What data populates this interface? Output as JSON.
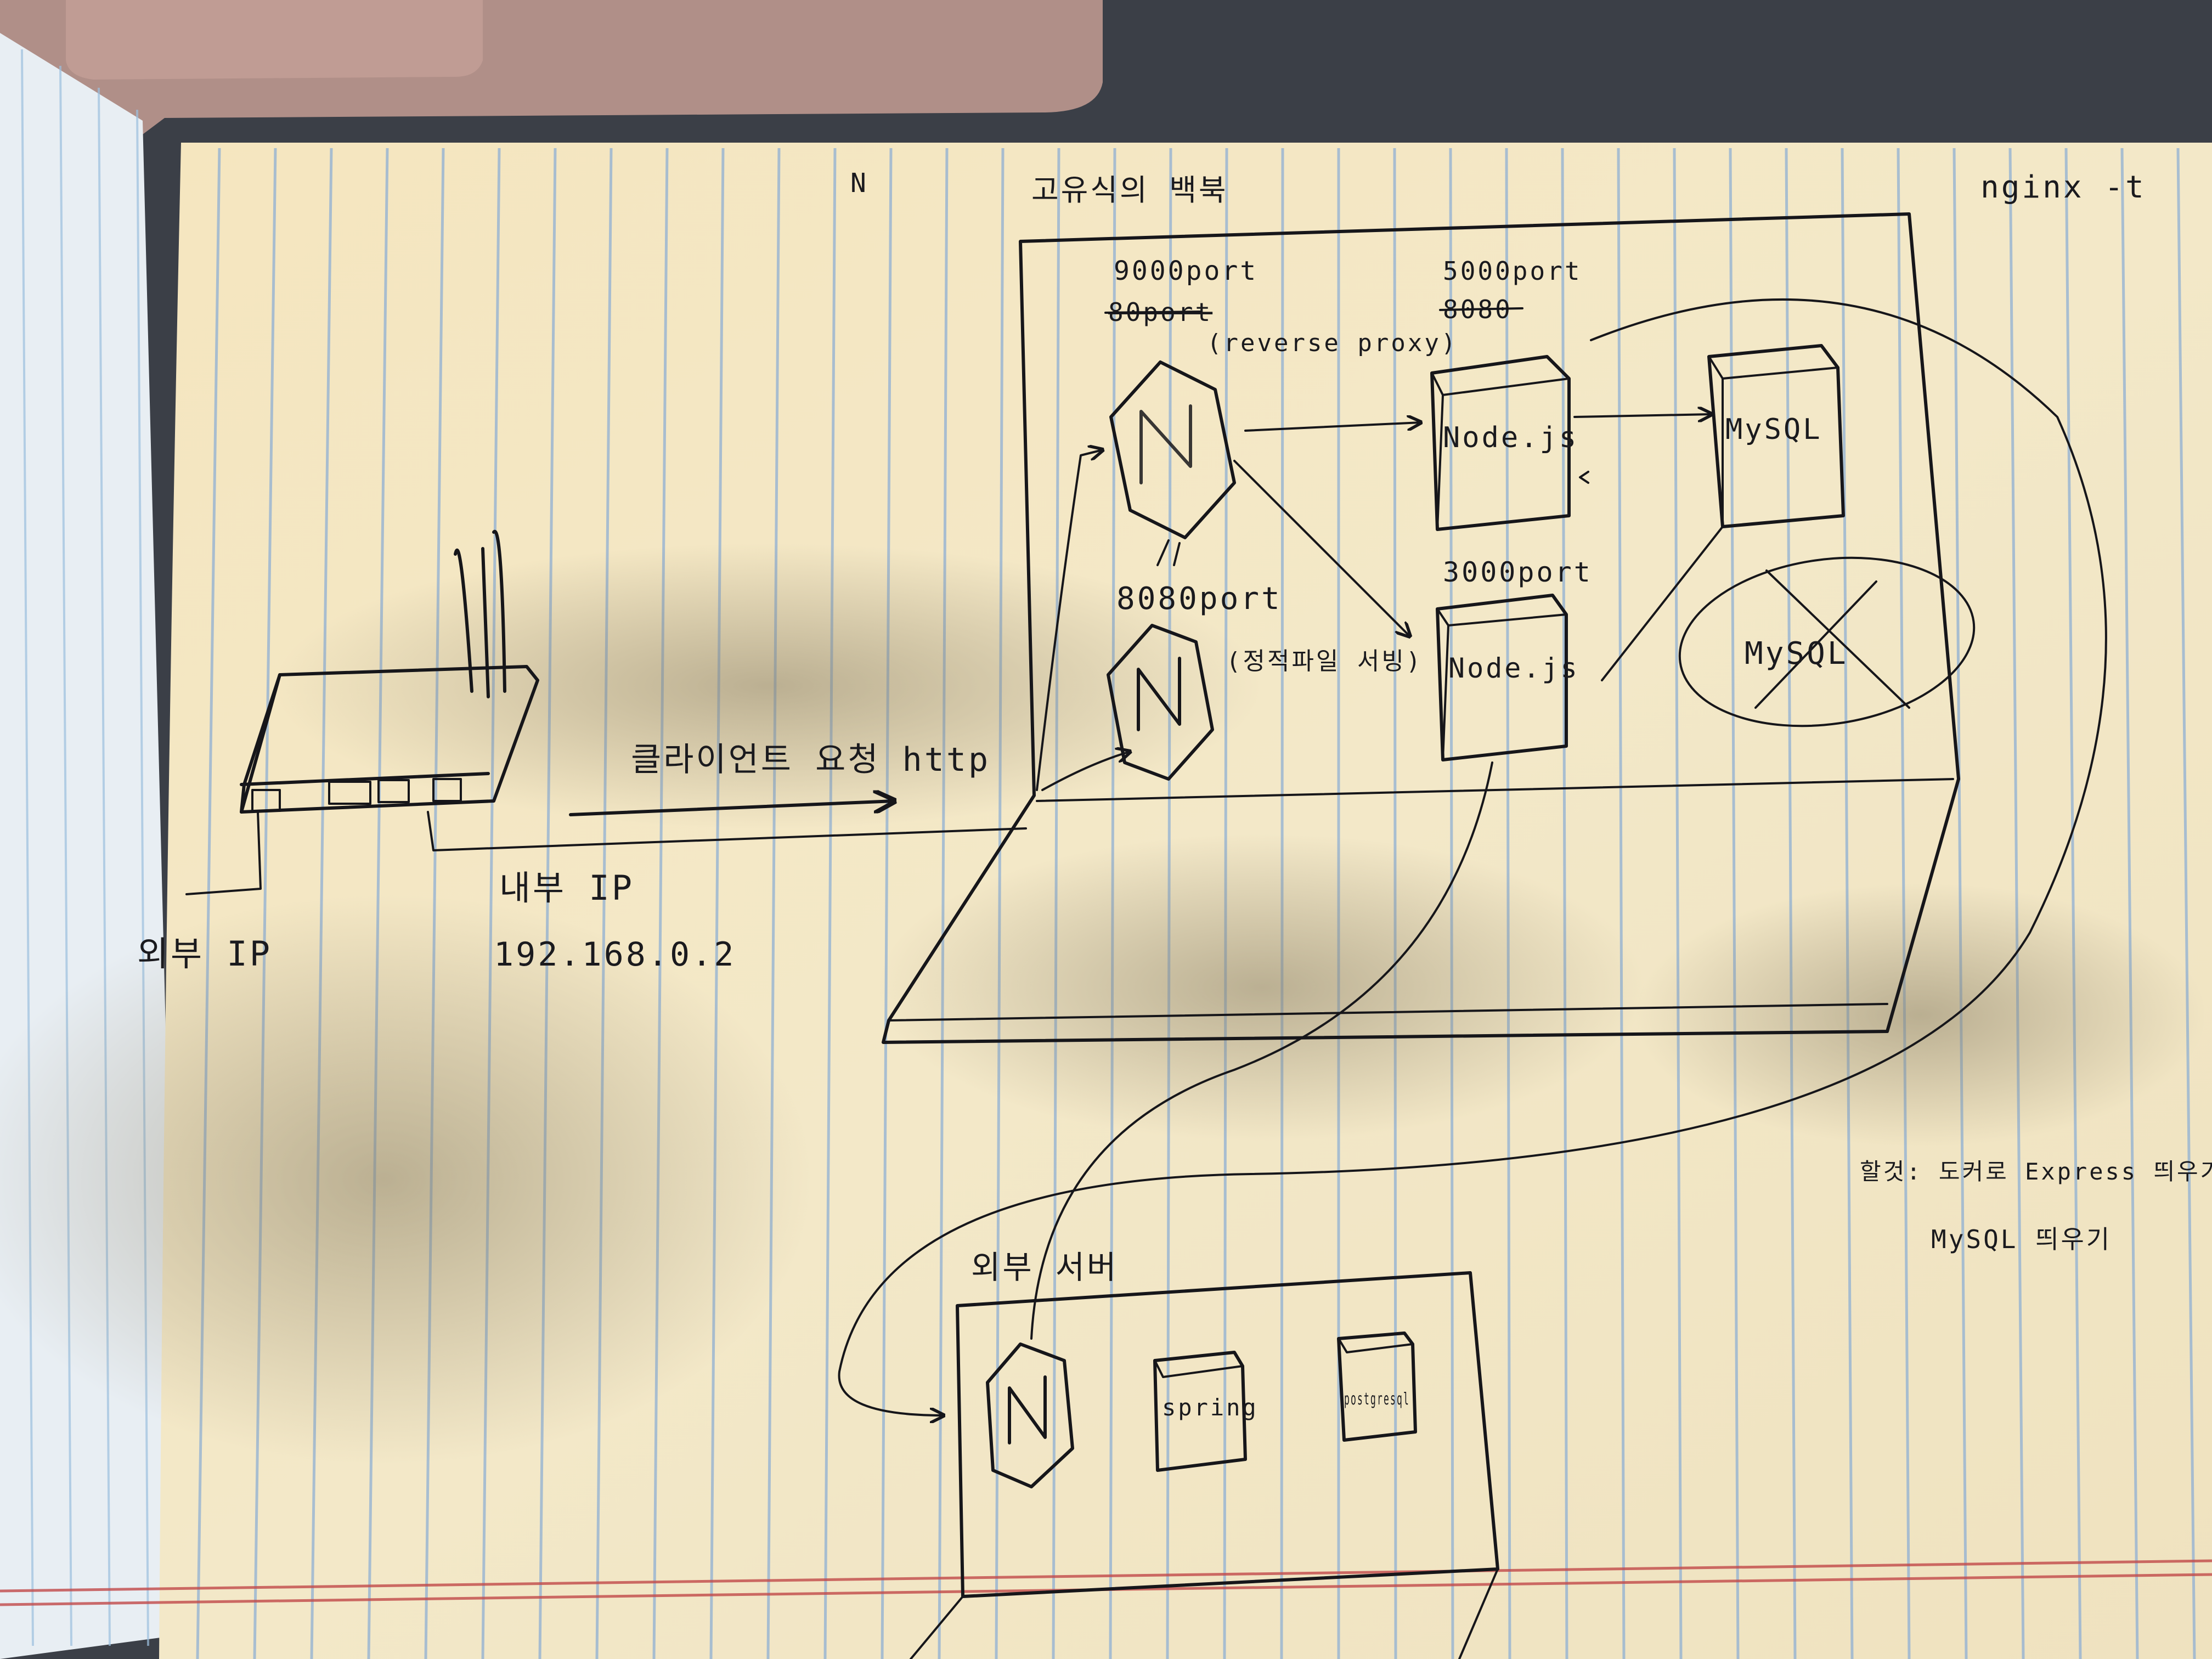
{
  "notebook": {
    "top_center_mark": "N",
    "top_right_note": "nginx -t",
    "page_title": "고유식의 백북"
  },
  "router": {
    "external_ip_label": "외부 IP",
    "internal_ip_label": "내부 IP",
    "internal_ip_value": "192.168.0.2"
  },
  "request_label": "클라이언트 요청 http",
  "home_server": {
    "nginx_proxy": {
      "port_label": "9000port",
      "old_port_struck": "80port",
      "role": "(reverse proxy)"
    },
    "nginx_static": {
      "port_label": "8080port",
      "role": "(정적파일 서빙)"
    },
    "node_app_1": {
      "name": "Node.js",
      "port_label": "5000port",
      "old_port_struck": "8080"
    },
    "node_app_2": {
      "name": "Node.js",
      "port_label": "3000port"
    },
    "database": {
      "name": "MySQL"
    },
    "crossed_database": {
      "name": "MySQL"
    }
  },
  "todo": {
    "line1": "할것: 도커로 Express 띄우기",
    "line2": "MySQL 띄우기"
  },
  "external_server": {
    "title": "외부 서버",
    "spring_label": "spring",
    "postgres_label": "postgresql"
  },
  "colors": {
    "paper": "#f3e7c4",
    "paper_shadow": "#cdbf9c",
    "ink": "#16161a",
    "blue_rule": "#8fb0d4",
    "red_rule": "#c24a4a",
    "laptop": "#b08f88",
    "desk": "#3b3f47"
  },
  "icons": [
    "nginx-logo-icon",
    "router-icon",
    "server-box-icon",
    "database-box-icon",
    "arrow-icon"
  ]
}
